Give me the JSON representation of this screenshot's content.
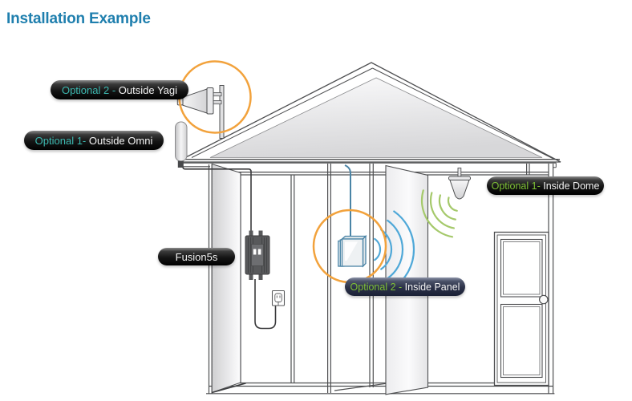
{
  "title": "Installation Example",
  "labels": {
    "outside_yagi": {
      "prefix": "Optional 2 -",
      "rest": " Outside Yagi"
    },
    "outside_omni": {
      "prefix": "Optional 1-",
      "rest": " Outside Omni"
    },
    "inside_dome": {
      "prefix": "Optional 1-",
      "rest": " Inside Dome"
    },
    "fusion": {
      "text": "Fusion5s"
    },
    "inside_panel": {
      "prefix": "Optional 2 -",
      "rest": " Inside Panel"
    }
  },
  "colors": {
    "title_blue": "#1f7fae",
    "teal_accent": "#3cb8b0",
    "green_accent": "#7dbf35",
    "orange_highlight": "#f2a23c",
    "blue_wave": "#4fa8d8",
    "green_wave": "#a5c96b",
    "steel_blue": "#4a84a6",
    "pill_black": "#111111",
    "pill_navy": "#2b3148"
  },
  "components": [
    "outside-yagi-antenna",
    "outside-omni-antenna",
    "inside-dome-antenna",
    "inside-panel-antenna",
    "fusion5s-amplifier",
    "power-outlet",
    "house",
    "entry-door"
  ]
}
